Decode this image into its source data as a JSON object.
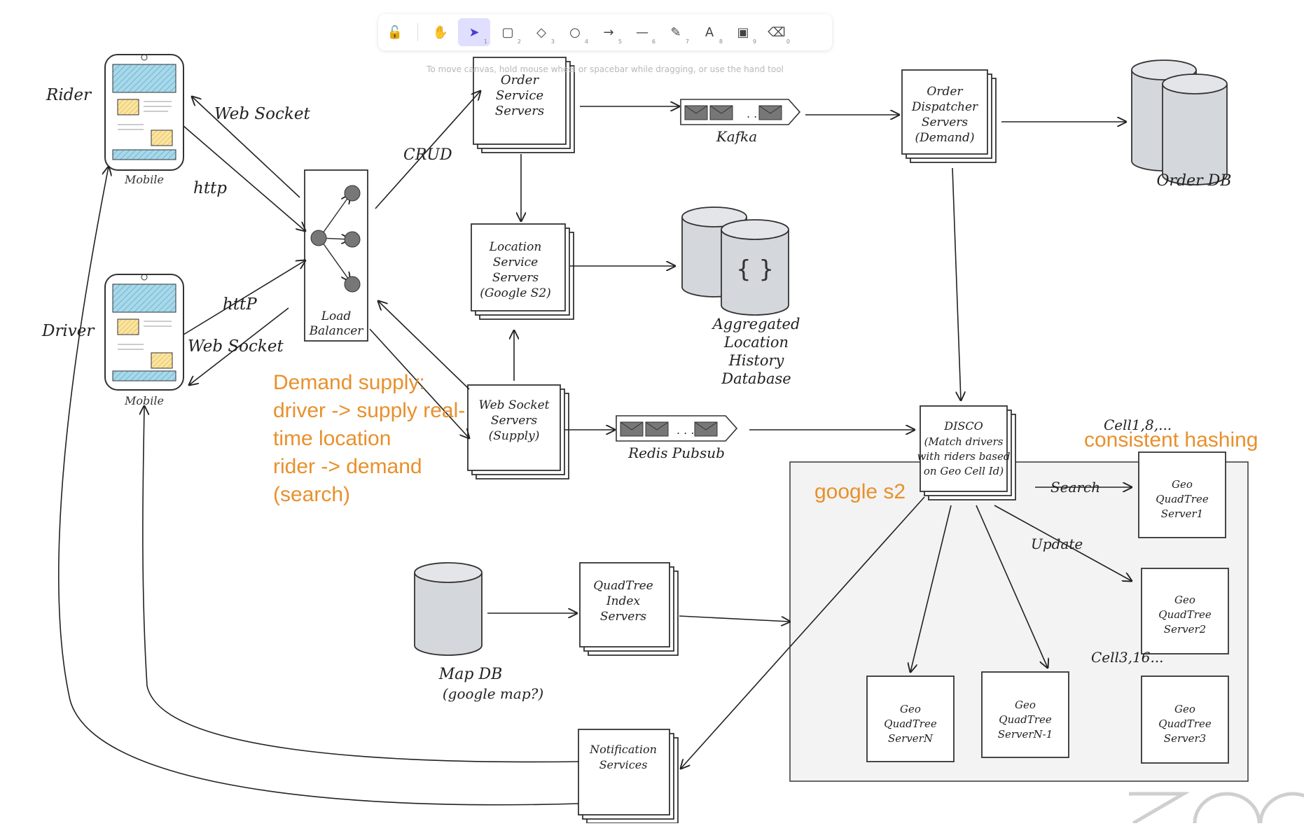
{
  "toolbar": {
    "tools": [
      {
        "name": "lock-tool",
        "glyph": "🔓",
        "num": ""
      },
      {
        "name": "hand-tool",
        "glyph": "✋",
        "num": ""
      },
      {
        "name": "select-tool",
        "glyph": "➤",
        "num": "1"
      },
      {
        "name": "rectangle-tool",
        "glyph": "▢",
        "num": "2"
      },
      {
        "name": "diamond-tool",
        "glyph": "◇",
        "num": "3"
      },
      {
        "name": "ellipse-tool",
        "glyph": "○",
        "num": "4"
      },
      {
        "name": "arrow-tool",
        "glyph": "→",
        "num": "5"
      },
      {
        "name": "line-tool",
        "glyph": "—",
        "num": "6"
      },
      {
        "name": "pencil-tool",
        "glyph": "✎",
        "num": "7"
      },
      {
        "name": "text-tool",
        "glyph": "A",
        "num": "8"
      },
      {
        "name": "image-tool",
        "glyph": "▣",
        "num": "9"
      },
      {
        "name": "eraser-tool",
        "glyph": "⌫",
        "num": "0"
      }
    ],
    "hint": "To move canvas, hold mouse wheel or spacebar while dragging, or use the hand tool"
  },
  "diagram": {
    "rider_label": "Rider",
    "driver_label": "Driver",
    "mobile_label": "Mobile",
    "web_socket": "Web Socket",
    "http": "http",
    "http2": "httP",
    "crud": "CRUD",
    "load_balancer": [
      "Load",
      "Balancer"
    ],
    "order_service": [
      "Order",
      "Service",
      "Servers"
    ],
    "kafka": "Kafka",
    "order_dispatcher": [
      "Order",
      "Dispatcher",
      "Servers",
      "(Demand)"
    ],
    "order_db": "Order DB",
    "location_service": [
      "Location",
      "Service",
      "Servers",
      "(Google S2)"
    ],
    "aggregated_db": [
      "Aggregated",
      "Location",
      "History",
      "Database"
    ],
    "json_icon": "{ }",
    "web_socket_servers": [
      "Web Socket",
      "Servers",
      "(Supply)"
    ],
    "redis": "Redis Pubsub",
    "disco": [
      "DISCO",
      "(Match drivers",
      "with riders based",
      "on Geo Cell Id)"
    ],
    "search": "Search",
    "update": "Update",
    "cell_1": "Cell1,8,...",
    "cell_3": "Cell3,16...",
    "geo_1": [
      "Geo",
      "QuadTree",
      "Server1"
    ],
    "geo_2": [
      "Geo",
      "QuadTree",
      "Server2"
    ],
    "geo_3": [
      "Geo",
      "QuadTree",
      "Server3"
    ],
    "geo_n": [
      "Geo",
      "QuadTree",
      "ServerN"
    ],
    "geo_n1": [
      "Geo",
      "QuadTree",
      "ServerN-1"
    ],
    "quadtree_index": [
      "QuadTree",
      "Index",
      "Servers"
    ],
    "map_db": [
      "Map DB",
      "(google map?)"
    ],
    "notification": [
      "Notification",
      "Services"
    ],
    "annotation_demand": [
      "Demand supply:",
      "driver -> supply real-",
      "time location",
      "rider -> demand",
      "(search)"
    ],
    "annotation_hashing": "consistent hashing",
    "annotation_s2": "google s2"
  }
}
